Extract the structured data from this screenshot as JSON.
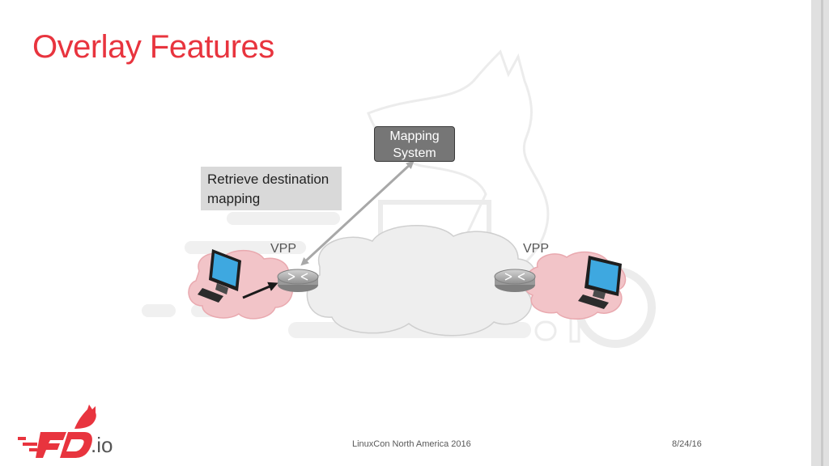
{
  "slide": {
    "title": "Overlay Features",
    "footer_center": "LinuxCon North America 2016",
    "footer_date": "8/24/16"
  },
  "diagram": {
    "mapping_system_label": "Mapping System",
    "callout_text": "Retrieve destination mapping",
    "left_router_label": "VPP",
    "right_router_label": "VPP"
  },
  "logo": {
    "suffix": ".io"
  },
  "colors": {
    "title": "#e8343e",
    "pink_cloud": "#f2c4c8",
    "core_cloud": "#eeeeee",
    "mapping_box": "#767676",
    "callout": "#d9d9d9"
  },
  "icons": [
    "router-icon",
    "computer-icon",
    "fox-watermark-icon",
    "fdio-logo-icon"
  ]
}
